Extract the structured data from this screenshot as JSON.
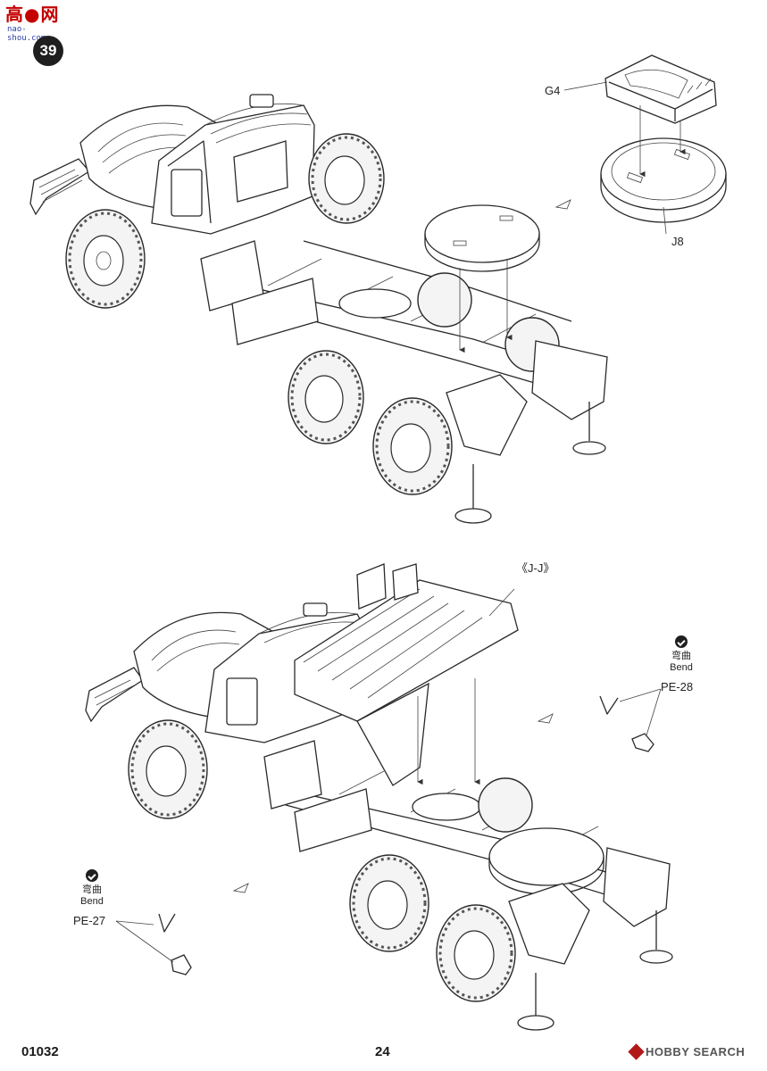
{
  "watermark": {
    "main": "高●网",
    "sub": "nao-shou.com"
  },
  "step": {
    "number": "39"
  },
  "labels": {
    "g4": "G4",
    "j8": "J8",
    "jj": "《J-J》",
    "pe28": "PE-28",
    "pe27": "PE-27",
    "bend_cn": "弯曲",
    "bend_en": "Bend"
  },
  "footer": {
    "code": "01032",
    "page": "24",
    "brand": "HOBBY SEARCH"
  }
}
